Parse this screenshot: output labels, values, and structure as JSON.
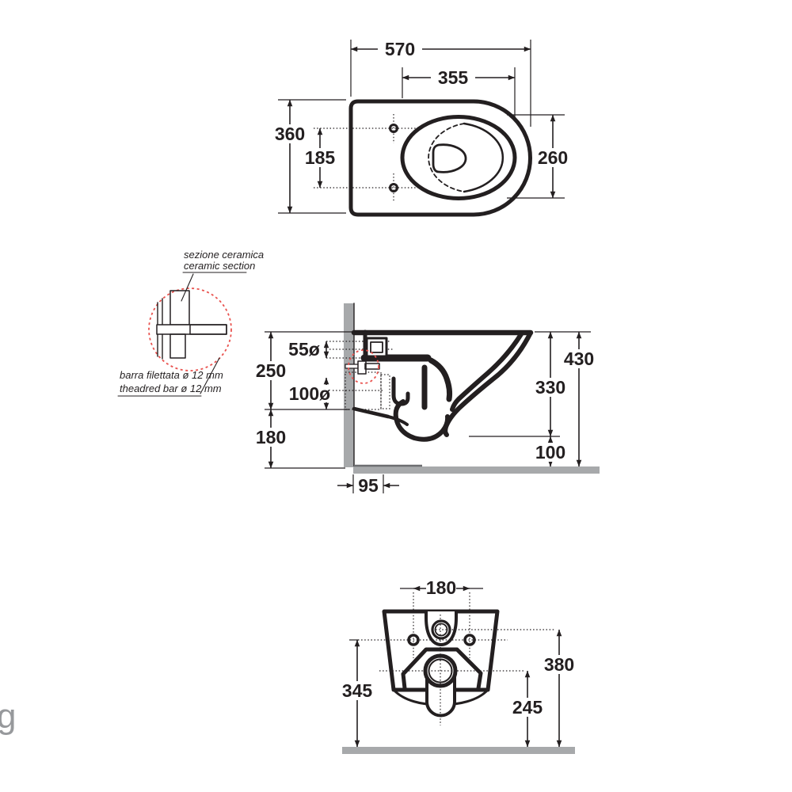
{
  "watermark": "g",
  "colors": {
    "line": "#231f20",
    "wall_gray": "#a7a9ab",
    "ceramic_gray": "#d5d6d8",
    "detail_red": "#e9534f",
    "watermark_gray": "#97999c"
  },
  "top_view": {
    "overall_length": "570",
    "bowl_length": "355",
    "overall_width": "360",
    "fixing_holes_spacing": "185",
    "bowl_width": "260"
  },
  "side_view": {
    "inlet_diameter": "55ø",
    "inlet_axis_height": "250",
    "outlet_diameter": "100ø",
    "outlet_axis_height": "180",
    "outlet_wall_distance": "95",
    "overall_height": "430",
    "rim_height": "330",
    "underside_clearance": "100"
  },
  "front_view": {
    "fixing_holes_spacing": "180",
    "fixing_holes_height": "345",
    "overall_height": "380",
    "trap_height": "245"
  },
  "detail": {
    "label_top_it": "sezione ceramica",
    "label_top_en": "ceramic section",
    "label_bottom_it": "barra filettata ø 12 mm",
    "label_bottom_en": "theadred bar ø 12 mm"
  }
}
